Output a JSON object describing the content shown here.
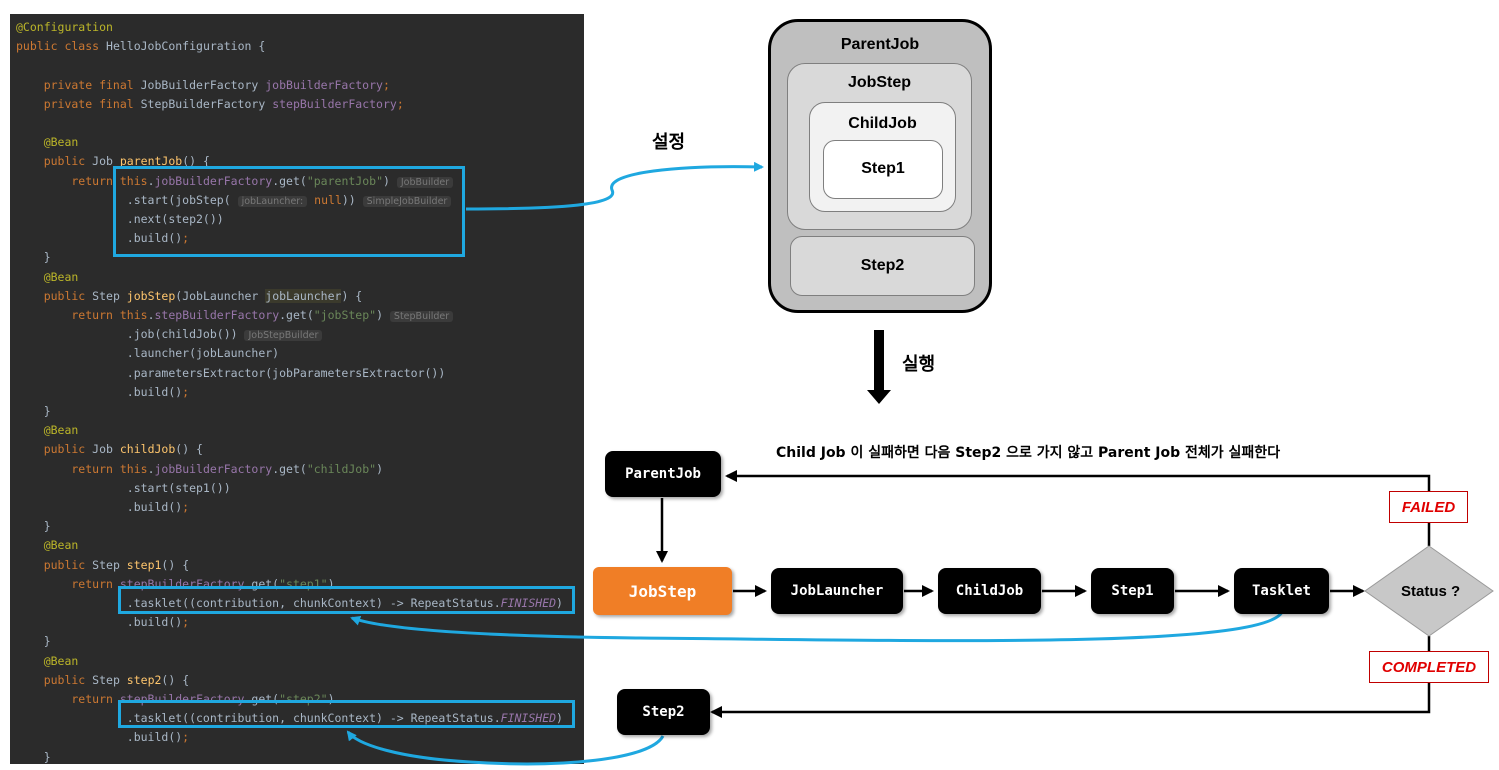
{
  "code": {
    "lines": [
      [
        {
          "t": "@Configuration",
          "c": "ann"
        }
      ],
      [
        {
          "t": "public class ",
          "c": "kw"
        },
        {
          "t": "HelloJobConfiguration {"
        }
      ],
      [],
      [
        {
          "t": "    private final ",
          "c": "kw"
        },
        {
          "t": "JobBuilderFactory "
        },
        {
          "t": "jobBuilderFactory",
          "c": "field"
        },
        {
          "t": ";",
          "c": "kw"
        }
      ],
      [
        {
          "t": "    private final ",
          "c": "kw"
        },
        {
          "t": "StepBuilderFactory "
        },
        {
          "t": "stepBuilderFactory",
          "c": "field"
        },
        {
          "t": ";",
          "c": "kw"
        }
      ],
      [],
      [
        {
          "t": "    @Bean",
          "c": "ann"
        }
      ],
      [
        {
          "t": "    public ",
          "c": "kw"
        },
        {
          "t": "Job "
        },
        {
          "t": "parentJob",
          "c": "fn"
        },
        {
          "t": "() {"
        }
      ],
      [
        {
          "t": "        return ",
          "c": "kw"
        },
        {
          "t": "this",
          "c": "kw"
        },
        {
          "t": "."
        },
        {
          "t": "jobBuilderFactory",
          "c": "field"
        },
        {
          "t": ".get("
        },
        {
          "t": "\"parentJob\"",
          "c": "str"
        },
        {
          "t": ") "
        },
        {
          "t": "JobBuilder",
          "c": "hint"
        }
      ],
      [
        {
          "t": "                .start(jobStep( "
        },
        {
          "t": "jobLauncher:",
          "c": "hint"
        },
        {
          "t": " "
        },
        {
          "t": "null",
          "c": "kw"
        },
        {
          "t": ")) "
        },
        {
          "t": "SimpleJobBuilder",
          "c": "hint"
        }
      ],
      [
        {
          "t": "                .next(step2())"
        }
      ],
      [
        {
          "t": "                .build()"
        },
        {
          "t": ";",
          "c": "kw"
        }
      ],
      [
        {
          "t": "    }"
        }
      ],
      [
        {
          "t": "    @Bean",
          "c": "ann"
        }
      ],
      [
        {
          "t": "    public ",
          "c": "kw"
        },
        {
          "t": "Step "
        },
        {
          "t": "jobStep",
          "c": "fn"
        },
        {
          "t": "(JobLauncher "
        },
        {
          "t": "jobLauncher",
          "c": "hl"
        },
        {
          "t": ") {"
        }
      ],
      [
        {
          "t": "        return ",
          "c": "kw"
        },
        {
          "t": "this",
          "c": "kw"
        },
        {
          "t": "."
        },
        {
          "t": "stepBuilderFactory",
          "c": "field"
        },
        {
          "t": ".get("
        },
        {
          "t": "\"jobStep\"",
          "c": "str"
        },
        {
          "t": ") "
        },
        {
          "t": "StepBuilder",
          "c": "hint"
        }
      ],
      [
        {
          "t": "                .job(childJob()) "
        },
        {
          "t": "JobStepBuilder",
          "c": "hint"
        }
      ],
      [
        {
          "t": "                .launcher(jobLauncher)"
        }
      ],
      [
        {
          "t": "                .parametersExtractor(jobParametersExtractor())"
        }
      ],
      [
        {
          "t": "                .build()"
        },
        {
          "t": ";",
          "c": "kw"
        }
      ],
      [
        {
          "t": "    }"
        }
      ],
      [
        {
          "t": "    @Bean",
          "c": "ann"
        }
      ],
      [
        {
          "t": "    public ",
          "c": "kw"
        },
        {
          "t": "Job "
        },
        {
          "t": "childJob",
          "c": "fn"
        },
        {
          "t": "() {"
        }
      ],
      [
        {
          "t": "        return ",
          "c": "kw"
        },
        {
          "t": "this",
          "c": "kw"
        },
        {
          "t": "."
        },
        {
          "t": "jobBuilderFactory",
          "c": "field"
        },
        {
          "t": ".get("
        },
        {
          "t": "\"childJob\"",
          "c": "str"
        },
        {
          "t": ")"
        }
      ],
      [
        {
          "t": "                .start(step1())"
        }
      ],
      [
        {
          "t": "                .build()"
        },
        {
          "t": ";",
          "c": "kw"
        }
      ],
      [
        {
          "t": "    }"
        }
      ],
      [
        {
          "t": "    @Bean",
          "c": "ann"
        }
      ],
      [
        {
          "t": "    public ",
          "c": "kw"
        },
        {
          "t": "Step "
        },
        {
          "t": "step1",
          "c": "fn"
        },
        {
          "t": "() {"
        }
      ],
      [
        {
          "t": "        return ",
          "c": "kw"
        },
        {
          "t": "stepBuilderFactory",
          "c": "field"
        },
        {
          "t": ".get("
        },
        {
          "t": "\"step1\"",
          "c": "str"
        },
        {
          "t": ")"
        }
      ],
      [
        {
          "t": "                .tasklet((contribution, chunkContext) -> RepeatStatus."
        },
        {
          "t": "FINISHED",
          "c": "const"
        },
        {
          "t": ")"
        }
      ],
      [
        {
          "t": "                .build()"
        },
        {
          "t": ";",
          "c": "kw"
        }
      ],
      [
        {
          "t": "    }"
        }
      ],
      [
        {
          "t": "    @Bean",
          "c": "ann"
        }
      ],
      [
        {
          "t": "    public ",
          "c": "kw"
        },
        {
          "t": "Step "
        },
        {
          "t": "step2",
          "c": "fn"
        },
        {
          "t": "() {"
        }
      ],
      [
        {
          "t": "        return ",
          "c": "kw"
        },
        {
          "t": "stepBuilderFactory",
          "c": "field"
        },
        {
          "t": ".get("
        },
        {
          "t": "\"step2\"",
          "c": "str"
        },
        {
          "t": ")"
        }
      ],
      [
        {
          "t": "                .tasklet((contribution, chunkContext) -> RepeatStatus."
        },
        {
          "t": "FINISHED",
          "c": "const"
        },
        {
          "t": ")"
        }
      ],
      [
        {
          "t": "                .build()"
        },
        {
          "t": ";",
          "c": "kw"
        }
      ],
      [
        {
          "t": "    }"
        }
      ]
    ]
  },
  "config_diagram": {
    "arrow_label": "설정",
    "execute_label": "실행",
    "parent_job": "ParentJob",
    "job_step": "JobStep",
    "child_job": "ChildJob",
    "step1": "Step1",
    "step2": "Step2"
  },
  "flow": {
    "caption": "Child Job 이 실패하면 다음 Step2 으로 가지 않고 Parent Job 전체가 실패한다",
    "parent_job": "ParentJob",
    "job_step": "JobStep",
    "job_launcher": "JobLauncher",
    "child_job": "ChildJob",
    "step1": "Step1",
    "tasklet": "Tasklet",
    "status": "Status ?",
    "failed": "FAILED",
    "completed": "COMPLETED",
    "step2": "Step2"
  },
  "colors": {
    "accent": "#1fa8e0",
    "job_step": "#f07e26",
    "status_text": "#e00000"
  }
}
